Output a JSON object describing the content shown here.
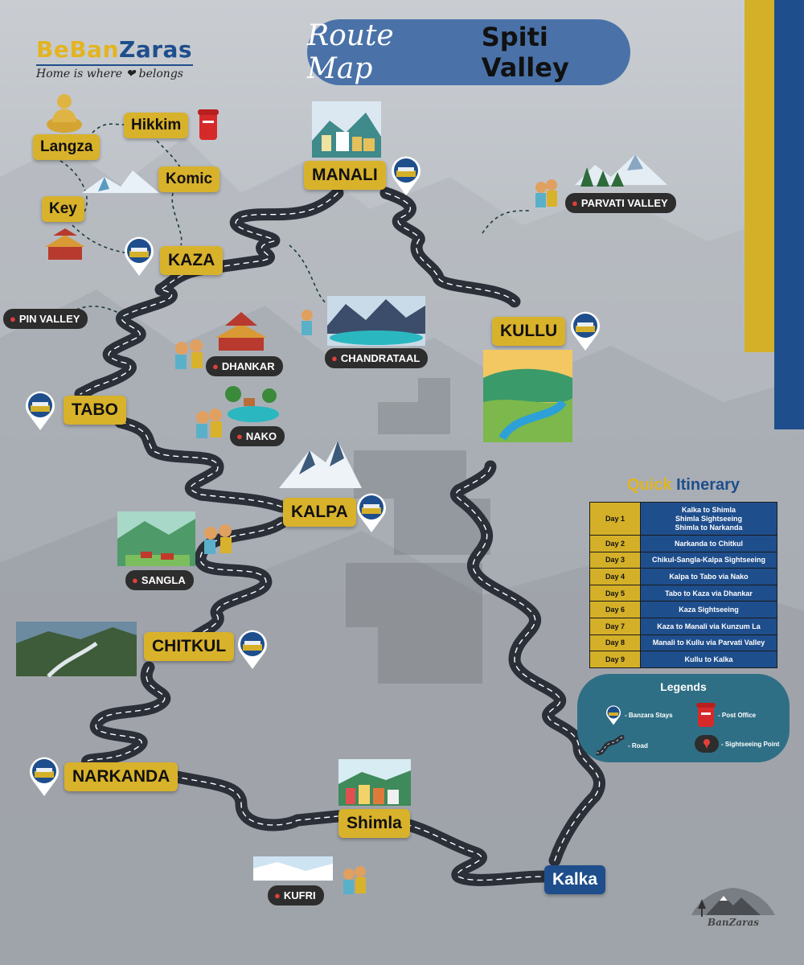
{
  "brand": {
    "name_part1": "BeBan",
    "name_part2": "Zaras",
    "tagline": "Home is where ❤ belongs"
  },
  "title": {
    "part1": "Route Map",
    "part2": "Spiti Valley"
  },
  "stops": {
    "manali": "MANALI",
    "kullu": "KULLU",
    "kaza": "KAZA",
    "tabo": "TABO",
    "kalpa": "KALPA",
    "chitkul": "CHITKUL",
    "narkanda": "NARKANDA",
    "shimla": "Shimla",
    "kalka": "Kalka",
    "hikkim": "Hikkim",
    "komic": "Komic",
    "langza": "Langza",
    "key": "Key"
  },
  "sightseeing": {
    "parvati": "PARVATI VALLEY",
    "pin_valley": "PIN VALLEY",
    "chandrataal": "CHANDRATAAL",
    "dhankar": "DHANKAR",
    "nako": "NAKO",
    "sangla": "SANGLA",
    "kufri": "KUFRI"
  },
  "itinerary": {
    "title_part1": "Quick",
    "title_part2": "Itinerary",
    "rows": [
      {
        "day": "Day 1",
        "text": "Kalka to Shimla\nShimla Sightseeing\nShimla to Narkanda"
      },
      {
        "day": "Day 2",
        "text": "Narkanda to Chitkul"
      },
      {
        "day": "Day 3",
        "text": "Chikul-Sangla-Kalpa Sightseeing"
      },
      {
        "day": "Day 4",
        "text": "Kalpa to Tabo via Nako"
      },
      {
        "day": "Day 5",
        "text": "Tabo to Kaza via Dhankar"
      },
      {
        "day": "Day 6",
        "text": "Kaza Sightseeing"
      },
      {
        "day": "Day 7",
        "text": "Kaza to Manali via Kunzum La"
      },
      {
        "day": "Day 8",
        "text": "Manali to Kullu via Parvati Valley"
      },
      {
        "day": "Day 9",
        "text": "Kullu to Kalka"
      }
    ]
  },
  "legend": {
    "title": "Legends",
    "stays": "- Banzara Stays",
    "post_office": "- Post Office",
    "road": "- Road",
    "sightseeing": "- Sightseeing Point"
  },
  "watermark": "BanZaras",
  "colors": {
    "yellow": "#d4b028",
    "blue": "#1f4e8c",
    "pill": "#4a72a8",
    "legend_bg": "#2f6f85",
    "road": "#2a2f38",
    "spot": "#2d2d2d"
  }
}
